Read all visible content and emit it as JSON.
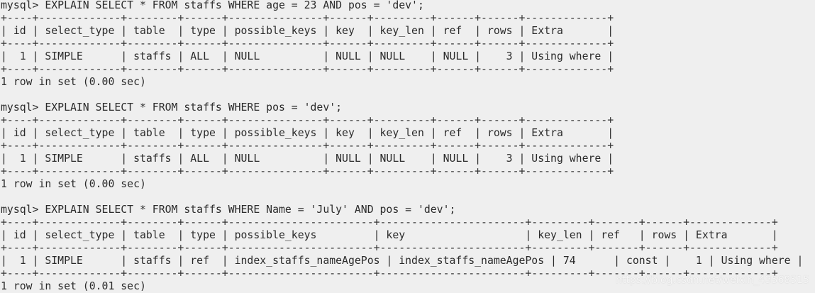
{
  "terminal": {
    "lines": [
      "mysql> EXPLAIN SELECT * FROM staffs WHERE age = 23 AND pos = 'dev';",
      "+----+-------------+--------+------+---------------+------+---------+------+------+-------------+",
      "| id | select_type | table  | type | possible_keys | key  | key_len | ref  | rows | Extra       |",
      "+----+-------------+--------+------+---------------+------+---------+------+------+-------------+",
      "|  1 | SIMPLE      | staffs | ALL  | NULL          | NULL | NULL    | NULL |    3 | Using where |",
      "+----+-------------+--------+------+---------------+------+---------+------+------+-------------+",
      "1 row in set (0.00 sec)",
      "",
      "mysql> EXPLAIN SELECT * FROM staffs WHERE pos = 'dev';",
      "+----+-------------+--------+------+---------------+------+---------+------+------+-------------+",
      "| id | select_type | table  | type | possible_keys | key  | key_len | ref  | rows | Extra       |",
      "+----+-------------+--------+------+---------------+------+---------+------+------+-------------+",
      "|  1 | SIMPLE      | staffs | ALL  | NULL          | NULL | NULL    | NULL |    3 | Using where |",
      "+----+-------------+--------+------+---------------+------+---------+------+------+-------------+",
      "1 row in set (0.00 sec)",
      "",
      "mysql> EXPLAIN SELECT * FROM staffs WHERE Name = 'July' AND pos = 'dev';",
      "+----+-------------+--------+------+-----------------------+-----------------------+---------+-------+------+-------------+",
      "| id | select_type | table  | type | possible_keys         | key                   | key_len | ref   | rows | Extra       |",
      "+----+-------------+--------+------+-----------------------+-----------------------+---------+-------+------+-------------+",
      "|  1 | SIMPLE      | staffs | ref  | index_staffs_nameAgePos | index_staffs_nameAgePos | 74      | const |    1 | Using where |",
      "+----+-------------+--------+------+-----------------------+-----------------------+---------+-------+------+-------------+",
      "1 row in set (0.01 sec)"
    ]
  },
  "watermark": {
    "text": "https://blog.csdn.net/weixin_43568515"
  }
}
